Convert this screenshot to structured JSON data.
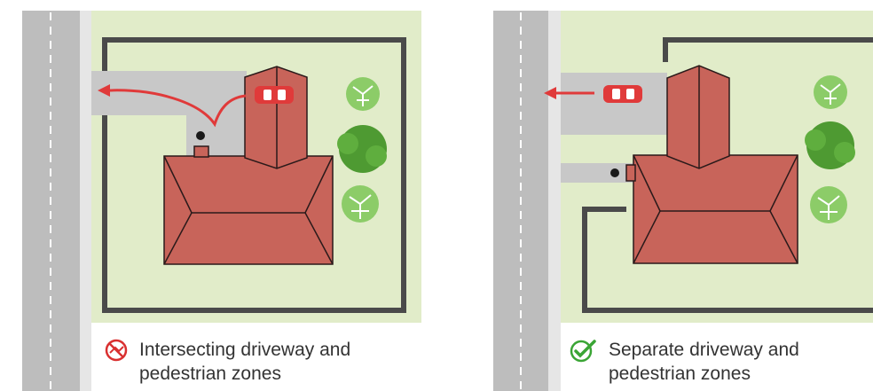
{
  "panels": [
    {
      "id": "intersecting",
      "status": "bad",
      "status_icon": "no-entry-icon",
      "caption_line1": "Intersecting driveway and",
      "caption_line2": "pedestrian zones"
    },
    {
      "id": "separate",
      "status": "good",
      "status_icon": "check-icon",
      "caption_line1": "Separate driveway and",
      "caption_line2": "pedestrian zones"
    }
  ],
  "colors": {
    "road": "#bdbdbd",
    "road_edge": "#e6e6e6",
    "lawn": "#e1ecc9",
    "driveway": "#c8c8c8",
    "fence": "#4a4a4a",
    "roof": "#c8645a",
    "roof_line": "#2a1a1a",
    "car": "#e03a3a",
    "arrow": "#e03a3a",
    "tree_dark": "#4e9a32",
    "tree_light": "#8ccc68",
    "bad_icon": "#d93030",
    "good_icon": "#3aa535"
  }
}
